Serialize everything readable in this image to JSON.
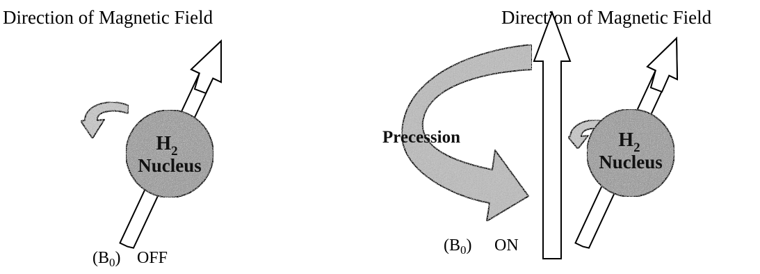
{
  "left": {
    "title": "Direction of Magnetic Field",
    "field_label": "(B",
    "field_subscript": "0",
    "field_close": ")",
    "state": "OFF",
    "nucleus_line1": "H",
    "nucleus_sub": "2",
    "nucleus_line2": "Nucleus"
  },
  "right": {
    "title": "Direction of Magnetic Field",
    "field_label": "(B",
    "field_subscript": "0",
    "field_close": ")",
    "state": "ON",
    "precession": "Precession",
    "nucleus_line1": "H",
    "nucleus_sub": "2",
    "nucleus_line2": "Nucleus"
  },
  "colors": {
    "nucleus_fill": "#9a9a9a",
    "precession_fill": "#bdbdbd",
    "stroke": "#000000"
  }
}
